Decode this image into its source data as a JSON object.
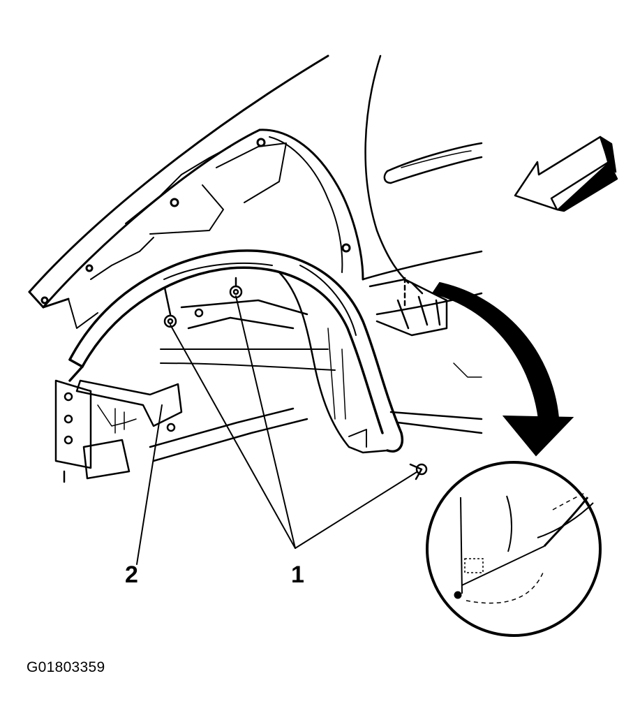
{
  "figure": {
    "id_code": "G01803359",
    "callouts": [
      {
        "label": "1",
        "part": "fastener"
      },
      {
        "label": "2",
        "part": "wheelhouse-liner"
      }
    ],
    "line_color": "#000000",
    "background_color": "#ffffff",
    "icons": [
      "direction-arrow-icon",
      "rotate-arrow-icon",
      "detail-magnifier-icon"
    ]
  }
}
